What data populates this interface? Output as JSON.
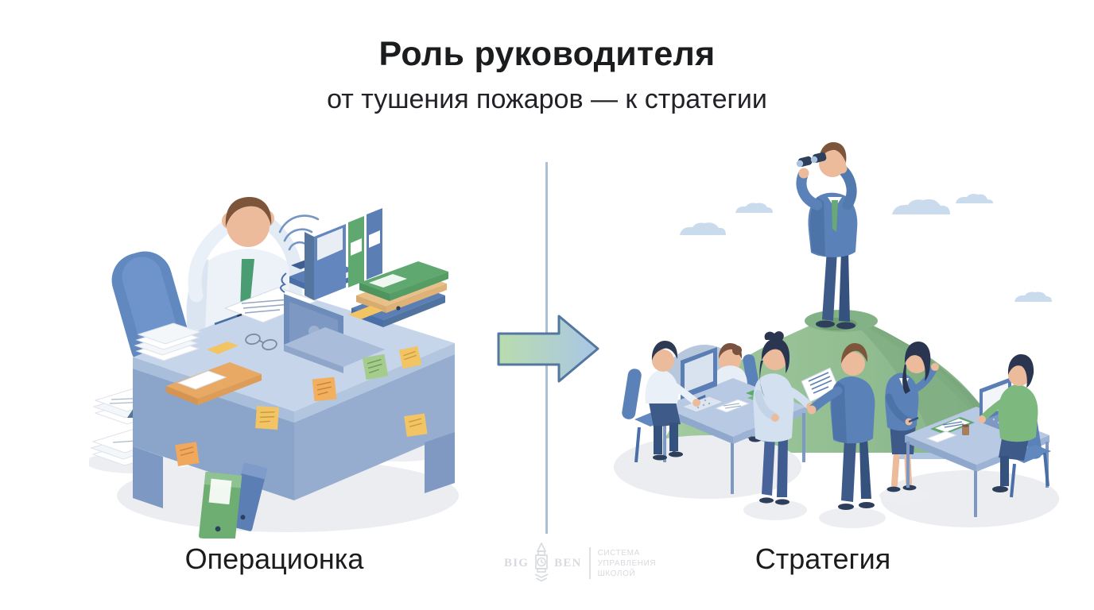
{
  "header": {
    "title": "Роль руководителя",
    "subtitle": "от тушения пожаров — к стратегии"
  },
  "panels": {
    "left": {
      "label": "Операционка"
    },
    "right": {
      "label": "Стратегия"
    }
  },
  "logo": {
    "brand_left": "BIG",
    "brand_right": "BEN",
    "tagline_lines": [
      "СИСТЕМА",
      "УПРАВЛЕНИЯ",
      "ШКОЛОЙ"
    ]
  },
  "colors": {
    "background": "#ffffff",
    "text": "#1b1c1e",
    "divider_line": "#abc0d7",
    "arrow_gradient_start": "#b9dcae",
    "arrow_gradient_end": "#a9c6e6",
    "arrow_outline": "#53779f",
    "desk_blue": "#8ba4c9",
    "desk_top": "#c7d5ea",
    "chair_blue": "#6189c0",
    "suit_blue": "#5b82b8",
    "tie_green": "#4a9d72",
    "hill_green_light": "#9cc69a",
    "hill_green_dark": "#7fae81",
    "mountain_blue": "#b3c7e0",
    "cloud_blue": "#cadbee",
    "sticky_yellow": "#f2c463",
    "sticky_orange": "#f0a85c",
    "sticky_green": "#a5cc8d",
    "binder_green": "#5fa86f",
    "binder_blue": "#5b7fb5",
    "skin": "#ecbb9c",
    "hair_brown": "#7d553a",
    "hair_dark": "#2a3550",
    "logo_gray": "#d7dade"
  }
}
